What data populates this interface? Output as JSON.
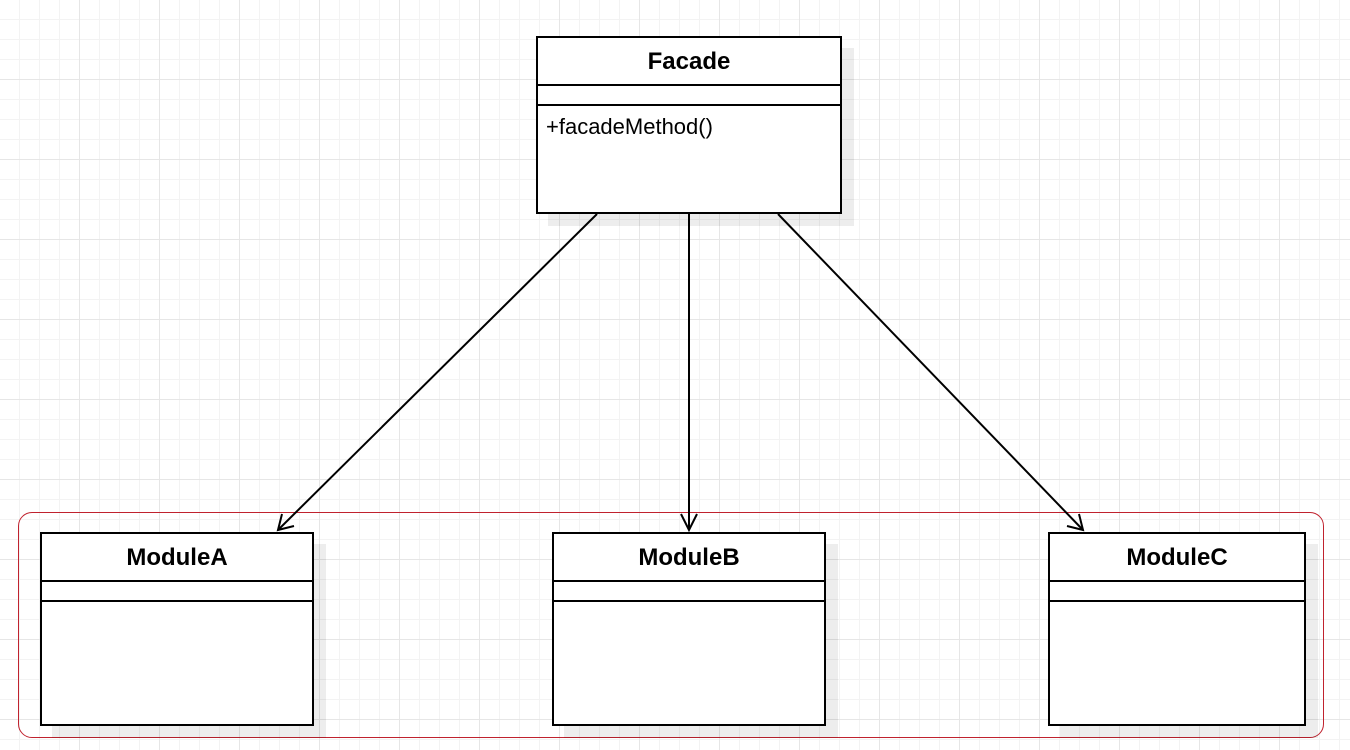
{
  "facade": {
    "name": "Facade",
    "methods": [
      "+facadeMethod()"
    ]
  },
  "modules": [
    {
      "name": "ModuleA"
    },
    {
      "name": "ModuleB"
    },
    {
      "name": "ModuleC"
    }
  ],
  "colors": {
    "line": "#000000",
    "group_border": "#c0222e",
    "background": "#ffffff"
  }
}
